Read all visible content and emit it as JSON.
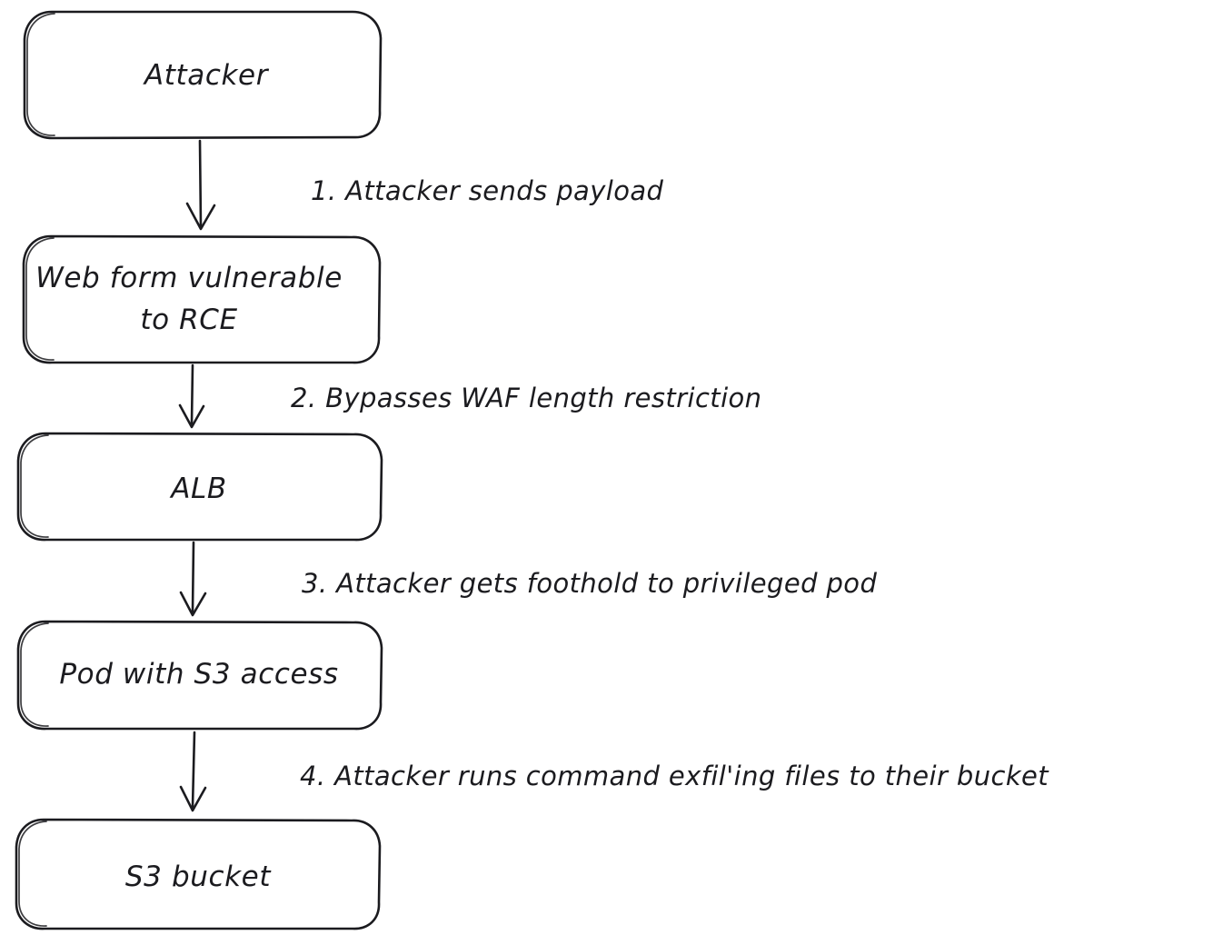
{
  "diagram": {
    "title": "Attack path flowchart",
    "style": "hand-drawn",
    "background_color": "#ffffff",
    "stroke_color": "#1b1b1f",
    "text_color": "#1b1b1f",
    "nodes": [
      {
        "id": "attacker",
        "label": "Attacker"
      },
      {
        "id": "webform",
        "label_line1": "Web form vulnerable",
        "label_line2": "to RCE"
      },
      {
        "id": "alb",
        "label": "ALB"
      },
      {
        "id": "pod",
        "label": "Pod with S3 access"
      },
      {
        "id": "s3",
        "label": "S3 bucket"
      }
    ],
    "edges": [
      {
        "id": "e1",
        "from": "attacker",
        "to": "webform",
        "label": "1. Attacker sends payload"
      },
      {
        "id": "e2",
        "from": "webform",
        "to": "alb",
        "label": "2. Bypasses WAF length restriction"
      },
      {
        "id": "e3",
        "from": "alb",
        "to": "pod",
        "label": "3. Attacker gets foothold to privileged pod"
      },
      {
        "id": "e4",
        "from": "pod",
        "to": "s3",
        "label": "4. Attacker runs command exfil'ing files to their bucket"
      }
    ]
  }
}
